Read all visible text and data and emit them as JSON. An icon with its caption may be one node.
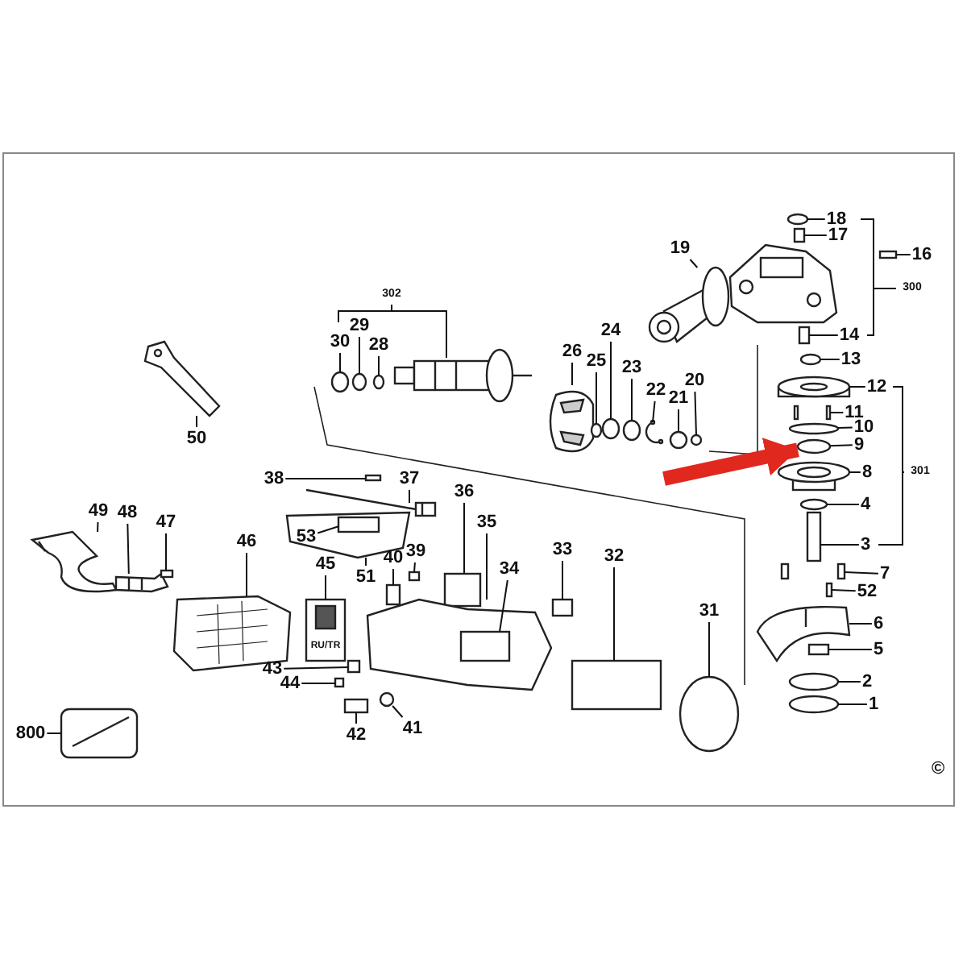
{
  "diagram": {
    "nodes": [
      {
        "text": [
          "18"
        ]
      },
      {
        "text": [
          "17"
        ]
      },
      {
        "text": [
          "16"
        ]
      },
      {
        "text": [
          "19"
        ]
      },
      {
        "text": [
          "14"
        ]
      },
      {
        "text": [
          "30"
        ]
      },
      {
        "text": [
          "29"
        ]
      },
      {
        "text": [
          "28"
        ]
      },
      {
        "text": [
          "26"
        ]
      },
      {
        "text": [
          "24"
        ]
      },
      {
        "text": [
          "25"
        ]
      },
      {
        "text": [
          "23"
        ]
      },
      {
        "text": [
          "13"
        ]
      },
      {
        "text": [
          "22"
        ]
      },
      {
        "text": [
          "21"
        ]
      },
      {
        "text": [
          "20"
        ]
      },
      {
        "text": [
          "12"
        ]
      },
      {
        "text": [
          "11"
        ]
      },
      {
        "text": [
          "10"
        ]
      },
      {
        "text": [
          "50"
        ]
      },
      {
        "text": [
          "9"
        ]
      },
      {
        "text": [
          "8"
        ]
      },
      {
        "text": [
          "38"
        ]
      },
      {
        "text": [
          "37"
        ]
      },
      {
        "text": [
          "36"
        ]
      },
      {
        "text": [
          "4"
        ]
      },
      {
        "text": [
          "49"
        ]
      },
      {
        "text": [
          "48"
        ]
      },
      {
        "text": [
          "47"
        ]
      },
      {
        "text": [
          "35"
        ]
      },
      {
        "text": [
          "53"
        ],
        "in": 91
      },
      {
        "text": [
          "46"
        ]
      },
      {
        "text": [
          "3"
        ]
      },
      {
        "text": [
          "39"
        ]
      },
      {
        "text": [
          "40"
        ]
      },
      {
        "text": [
          "33"
        ]
      },
      {
        "text": [
          "32"
        ]
      },
      {
        "text": [
          "45"
        ]
      },
      {
        "text": [
          "34"
        ]
      },
      {
        "text": [
          "51"
        ]
      },
      {
        "text": [
          "7"
        ]
      },
      {
        "text": [
          "52"
        ]
      },
      {
        "text": [
          "31"
        ]
      },
      {
        "text": [
          "6"
        ]
      },
      {
        "text": [
          "5"
        ]
      },
      {
        "text": [
          "43"
        ]
      },
      {
        "text": [
          "44"
        ]
      },
      {
        "text": [
          "2"
        ]
      },
      {
        "text": [
          "1"
        ]
      },
      {
        "text": [
          "41"
        ]
      },
      {
        "text": [
          "42"
        ]
      },
      {
        "text": [
          "800"
        ]
      },
      {
        "text": [],
        "shape": "circle"
      },
      {
        "text": [],
        "shape": "box"
      },
      {
        "text": [],
        "shape": "box"
      },
      {
        "text": [],
        "shape": "picture"
      },
      {
        "text": [],
        "shape": "box"
      },
      {
        "text": [],
        "shape": "circle"
      },
      {
        "text": [],
        "shape": "circle"
      },
      {
        "text": [],
        "shape": "circle"
      },
      {
        "text": [],
        "shape": "picture"
      },
      {
        "text": [],
        "shape": "circle"
      },
      {
        "text": [],
        "shape": "circle"
      },
      {
        "text": [],
        "shape": "circle"
      },
      {
        "text": [],
        "shape": "circle"
      },
      {
        "text": [],
        "shape": "picture"
      },
      {
        "text": [],
        "shape": "circle"
      },
      {
        "text": [],
        "shape": "circle"
      },
      {
        "text": [],
        "shape": "picture"
      },
      {
        "text": [],
        "shape": "picture"
      },
      {
        "text": [],
        "shape": "circle"
      },
      {
        "text": [],
        "shape": "picture"
      },
      {
        "text": [],
        "shape": "circle"
      },
      {
        "text": [],
        "shape": "picture"
      },
      {
        "text": [],
        "shape": "box"
      },
      {
        "text": [],
        "shape": "picture"
      },
      {
        "text": [],
        "shape": "box"
      },
      {
        "text": [],
        "shape": "circle"
      },
      {
        "text": [],
        "shape": "picture"
      },
      {
        "text": [],
        "shape": "picture"
      },
      {
        "text": [],
        "shape": "box"
      },
      {
        "text": [],
        "shape": "picture"
      },
      {
        "text": [],
        "shape": "box",
        "in": 91
      },
      {
        "text": [],
        "shape": "picture"
      },
      {
        "text": [],
        "shape": "box"
      },
      {
        "text": [],
        "shape": "box"
      },
      {
        "text": [],
        "shape": "box"
      },
      {
        "text": [],
        "shape": "box"
      },
      {
        "text": [],
        "shape": "box"
      },
      {
        "text": [],
        "shape": "picture"
      },
      {
        "text": [],
        "shape": "box",
        "in": 81
      },
      {
        "text": [],
        "shape": "picture"
      },
      {
        "text": [],
        "shape": "picture"
      },
      {
        "text": [],
        "shape": "box"
      },
      {
        "text": [],
        "shape": "circle"
      },
      {
        "text": [],
        "shape": "picture"
      },
      {
        "text": [],
        "shape": "box"
      },
      {
        "text": [],
        "shape": "box"
      },
      {
        "text": [],
        "shape": "box"
      },
      {
        "text": [],
        "shape": "circle"
      },
      {
        "text": [],
        "shape": "circle"
      },
      {
        "text": [],
        "shape": "circle"
      },
      {
        "text": [],
        "shape": "box"
      },
      {
        "text": [],
        "shape": "picture"
      },
      {
        "text": [],
        "shape": "picture"
      },
      {
        "text": [],
        "shape": "picture"
      }
    ],
    "edges": [
      {
        "from": 0,
        "to": 52,
        "arrow": "none"
      },
      {
        "from": 1,
        "to": 53,
        "arrow": "none"
      },
      {
        "from": 2,
        "to": 54,
        "arrow": "none"
      },
      {
        "from": 3,
        "to": 55,
        "arrow": "none"
      },
      {
        "from": 4,
        "to": 56,
        "arrow": "none"
      },
      {
        "from": 5,
        "to": 57,
        "arrow": "none"
      },
      {
        "from": 6,
        "to": 58,
        "arrow": "none"
      },
      {
        "from": 7,
        "to": 59,
        "arrow": "none"
      },
      {
        "from": 8,
        "to": 60,
        "arrow": "none"
      },
      {
        "from": 9,
        "to": 61,
        "arrow": "none"
      },
      {
        "from": 10,
        "to": 62,
        "arrow": "none"
      },
      {
        "from": 11,
        "to": 63,
        "arrow": "none"
      },
      {
        "from": 12,
        "to": 64,
        "arrow": "none"
      },
      {
        "from": 13,
        "to": 65,
        "arrow": "none"
      },
      {
        "from": 14,
        "to": 66,
        "arrow": "none"
      },
      {
        "from": 15,
        "to": 67,
        "arrow": "none"
      },
      {
        "from": 16,
        "to": 68,
        "arrow": "none"
      },
      {
        "from": 17,
        "to": 69,
        "arrow": "none"
      },
      {
        "from": 18,
        "to": 70,
        "arrow": "none"
      },
      {
        "from": 19,
        "to": 71,
        "arrow": "none"
      },
      {
        "from": 20,
        "to": 72,
        "arrow": "none"
      },
      {
        "from": 21,
        "to": 73,
        "arrow": "none"
      },
      {
        "from": 22,
        "to": 74,
        "arrow": "none"
      },
      {
        "from": 23,
        "to": 75,
        "arrow": "none"
      },
      {
        "from": 24,
        "to": 76,
        "arrow": "none"
      },
      {
        "from": 25,
        "to": 77,
        "arrow": "none"
      },
      {
        "from": 26,
        "to": 78,
        "arrow": "none"
      },
      {
        "from": 27,
        "to": 79,
        "arrow": "none"
      },
      {
        "from": 28,
        "to": 80,
        "arrow": "none"
      },
      {
        "from": 29,
        "to": 81,
        "arrow": "none"
      },
      {
        "from": 30,
        "to": 82,
        "arrow": "none"
      },
      {
        "from": 31,
        "to": 83,
        "arrow": "none"
      },
      {
        "from": 32,
        "to": 84,
        "arrow": "none"
      },
      {
        "from": 33,
        "to": 85,
        "arrow": "none"
      },
      {
        "from": 34,
        "to": 86,
        "arrow": "none"
      },
      {
        "from": 35,
        "to": 87,
        "arrow": "none"
      },
      {
        "from": 36,
        "to": 88,
        "arrow": "none"
      },
      {
        "from": 37,
        "to": 89,
        "arrow": "none"
      },
      {
        "from": 38,
        "to": 90,
        "arrow": "none"
      },
      {
        "from": 39,
        "to": 91,
        "arrow": "none"
      },
      {
        "from": 40,
        "to": 92,
        "arrow": "none"
      },
      {
        "from": 41,
        "to": 93,
        "arrow": "none"
      },
      {
        "from": 42,
        "to": 94,
        "arrow": "none"
      },
      {
        "from": 43,
        "to": 95,
        "arrow": "none"
      },
      {
        "from": 44,
        "to": 96,
        "arrow": "none"
      },
      {
        "from": 45,
        "to": 97,
        "arrow": "none"
      },
      {
        "from": 46,
        "to": 98,
        "arrow": "none"
      },
      {
        "from": 47,
        "to": 99,
        "arrow": "none"
      },
      {
        "from": 48,
        "to": 100,
        "arrow": "none"
      },
      {
        "from": 49,
        "to": 101,
        "arrow": "none"
      },
      {
        "from": 50,
        "to": 102,
        "arrow": "none"
      },
      {
        "from": 51,
        "to": 103,
        "arrow": "none"
      },
      {
        "from": null,
        "to": 72,
        "arrow": "to",
        "style": "thick",
        "color": "#e0281e"
      }
    ],
    "labels": [
      "300",
      "302",
      "301",
      "RU/TR",
      "©"
    ]
  }
}
